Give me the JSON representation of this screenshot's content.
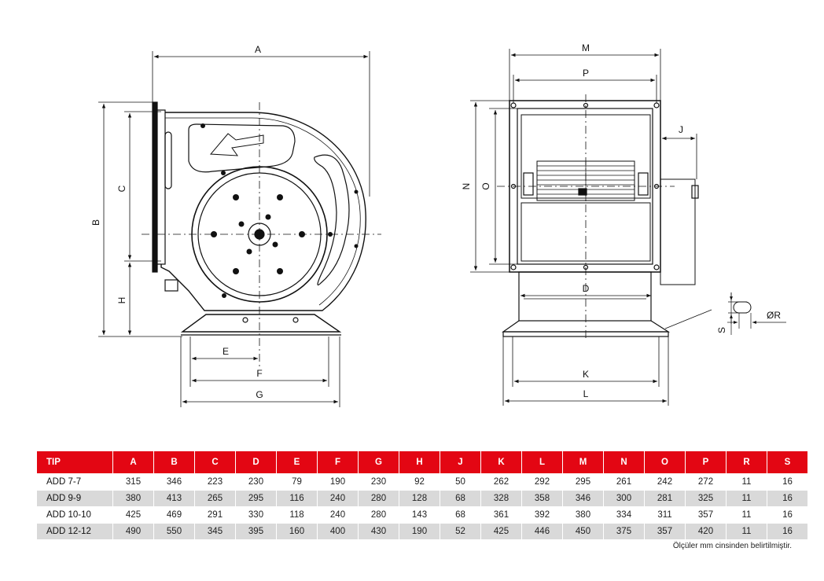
{
  "drawing": {
    "front_view_labels": {
      "A": "A",
      "B": "B",
      "C": "C",
      "H": "H",
      "E": "E",
      "F": "F",
      "G": "G"
    },
    "side_view_labels": {
      "M": "M",
      "P": "P",
      "J": "J",
      "N": "N",
      "O": "O",
      "D": "D",
      "K": "K",
      "L": "L"
    },
    "detail_labels": {
      "S": "S",
      "R": "ØR"
    }
  },
  "table": {
    "headers": [
      "TIP",
      "A",
      "B",
      "C",
      "D",
      "E",
      "F",
      "G",
      "H",
      "J",
      "K",
      "L",
      "M",
      "N",
      "O",
      "P",
      "R",
      "S"
    ],
    "rows": [
      [
        "ADD 7-7",
        "315",
        "346",
        "223",
        "230",
        "79",
        "190",
        "230",
        "92",
        "50",
        "262",
        "292",
        "295",
        "261",
        "242",
        "272",
        "11",
        "16"
      ],
      [
        "ADD 9-9",
        "380",
        "413",
        "265",
        "295",
        "116",
        "240",
        "280",
        "128",
        "68",
        "328",
        "358",
        "346",
        "300",
        "281",
        "325",
        "11",
        "16"
      ],
      [
        "ADD 10-10",
        "425",
        "469",
        "291",
        "330",
        "118",
        "240",
        "280",
        "143",
        "68",
        "361",
        "392",
        "380",
        "334",
        "311",
        "357",
        "11",
        "16"
      ],
      [
        "ADD 12-12",
        "490",
        "550",
        "345",
        "395",
        "160",
        "400",
        "430",
        "190",
        "52",
        "425",
        "446",
        "450",
        "375",
        "357",
        "420",
        "11",
        "16"
      ]
    ],
    "header_color": "#e30613",
    "alt_row_color": "#d9d9d9"
  },
  "note": "Ölçüler mm cinsinden belirtilmiştir."
}
